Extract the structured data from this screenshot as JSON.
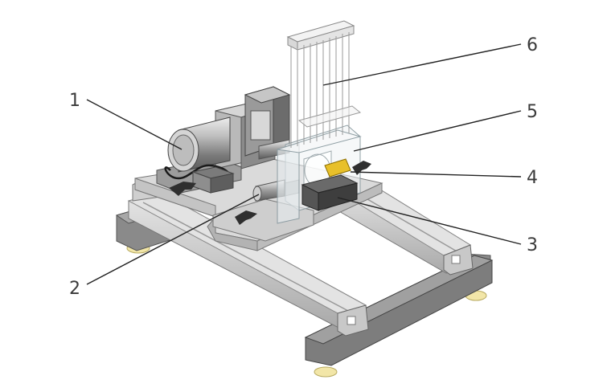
{
  "figure": {
    "callouts": [
      {
        "id": "callout-1",
        "label": "1"
      },
      {
        "id": "callout-2",
        "label": "2"
      },
      {
        "id": "callout-3",
        "label": "3"
      },
      {
        "id": "callout-4",
        "label": "4"
      },
      {
        "id": "callout-5",
        "label": "5"
      },
      {
        "id": "callout-6",
        "label": "6"
      }
    ]
  },
  "colors": {
    "frame_top": "#d9d9d9",
    "frame_side": "#b3b3b3",
    "frame_dark": "#7d7d7d",
    "foot_block": "#8a8a8a",
    "foot_pad": "#f2e6a8",
    "motor_body": "#c8c8c8",
    "motor_dark": "#6e6e6e",
    "glass": "#eef2f4",
    "sample": "#e8c02a",
    "knob": "#333333"
  }
}
